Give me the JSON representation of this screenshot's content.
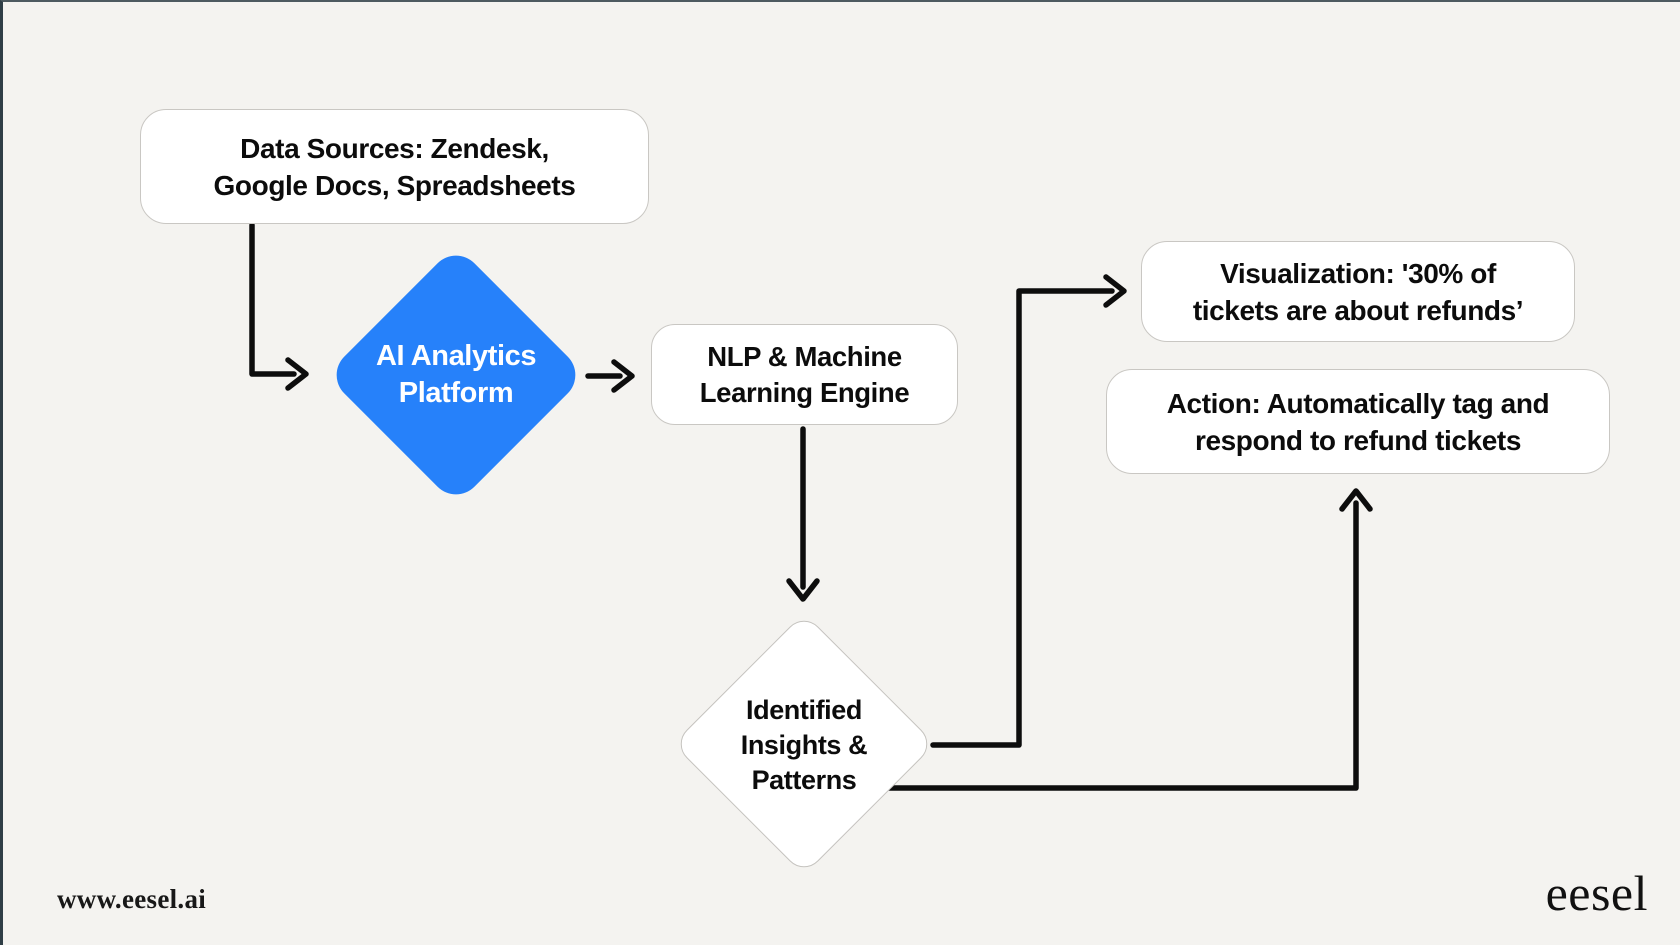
{
  "page": {
    "background_color": "#f4f3f0",
    "edge_line_color": "#2f3e46",
    "arrow_color": "#0d0d0d",
    "text_color": "#0c0c0c",
    "diamond_blue_color": "#2681fa",
    "box_border_color": "#c9c7c3"
  },
  "nodes": {
    "data_sources": {
      "line1": "Data Sources: Zendesk,",
      "line2": "Google Docs, Spreadsheets"
    },
    "ai_platform": {
      "line1": "AI Analytics",
      "line2": "Platform"
    },
    "nlp_engine": {
      "line1": "NLP & Machine",
      "line2": "Learning Engine"
    },
    "insights": {
      "line1": "Identified",
      "line2": "Insights &",
      "line3": "Patterns"
    },
    "visualization": {
      "line1": "Visualization: '30% of",
      "line2": "tickets are about refunds’"
    },
    "action": {
      "line1": "Action: Automatically tag and",
      "line2": "respond to refund tickets"
    }
  },
  "footer": {
    "website": "www.eesel.ai",
    "brand": "eesel"
  }
}
